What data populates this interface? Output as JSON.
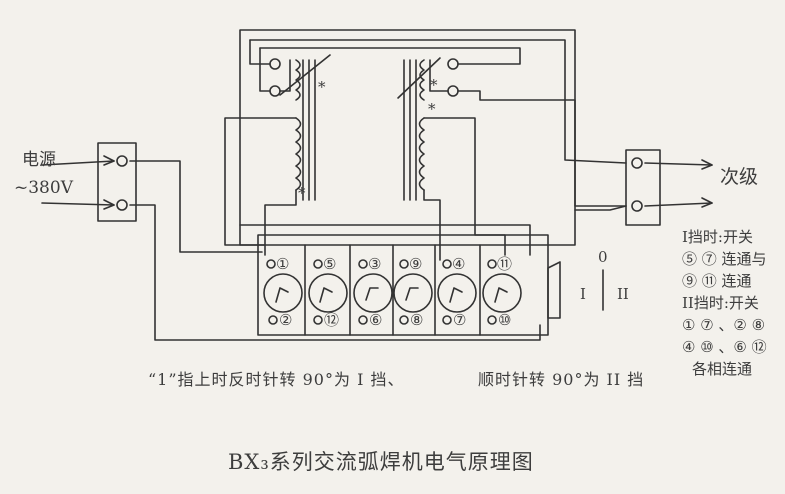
{
  "diagram": {
    "title": "BX₃系列交流弧焊机电气原理图",
    "note_left": "“1”指上时反时针转 90°为 I 挡、",
    "note_right": "顺时针转 90°为 II 挡",
    "input": {
      "label_top": "电源",
      "label_bottom": "~380V"
    },
    "output": {
      "label": "次级"
    },
    "switch_positions": {
      "zero": "0",
      "one": "I",
      "two": "II"
    },
    "legend": {
      "gear1_heading": "I挡时:开关",
      "gear1_line1": "⑤ ⑦ 连通与",
      "gear1_line2": "⑨ ⑪ 连通",
      "gear2_heading": "II挡时:开关",
      "gear2_line1": "① ⑦ 、② ⑧",
      "gear2_line2": "④ ⑩ 、⑥ ⑫",
      "gear2_line3": "各相连通"
    },
    "switch_terminals": {
      "top": [
        "①",
        "⑤",
        "③",
        "⑨",
        "④",
        "⑪"
      ],
      "bottom": [
        "②",
        "⑫",
        "⑥",
        "⑧",
        "⑦",
        "⑩"
      ]
    },
    "winding_marks": [
      "*",
      "*",
      "*",
      "*"
    ]
  }
}
